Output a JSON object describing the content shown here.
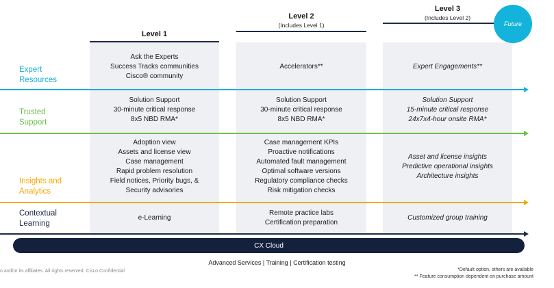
{
  "levels": [
    {
      "title": "Level 1",
      "subtitle": ""
    },
    {
      "title": "Level 2",
      "subtitle": "(Includes Level 1)"
    },
    {
      "title": "Level 3",
      "subtitle": "(Includes Level 2)"
    }
  ],
  "future_badge": "Future",
  "rows": {
    "expert": {
      "label": [
        "Expert",
        "Resources"
      ],
      "cells": [
        [
          "Ask the Experts",
          "Success Tracks communities",
          "Cisco® community"
        ],
        [
          "Accelerators**"
        ],
        [
          "Expert Engagements**"
        ]
      ]
    },
    "trusted": {
      "label": [
        "Trusted",
        "Support"
      ],
      "cells": [
        [
          "Solution Support",
          "30-minute critical response",
          "8x5 NBD RMA*"
        ],
        [
          "Solution Support",
          "30-minute critical response",
          "8x5 NBD RMA*"
        ],
        [
          "Solution Support",
          "15-minute critical response",
          "24x7x4-hour onsite RMA*"
        ]
      ]
    },
    "insights": {
      "label": [
        "Insights and",
        "Analytics"
      ],
      "cells": [
        [
          "Adoption view",
          "Assets and license view",
          "Case management",
          "Rapid problem resolution",
          "Field notices, Priority bugs, &",
          "Security advisories"
        ],
        [
          "Case management KPIs",
          "Proactive notifications",
          "Automated fault management",
          "Optimal software versions",
          "Regulatory compliance checks",
          "Risk mitigation checks"
        ],
        [
          "Asset and license insights",
          "Predictive operational insights",
          "Architecture insights"
        ]
      ]
    },
    "learning": {
      "label": [
        "Contextual",
        "Learning"
      ],
      "cells": [
        [
          "e-Learning"
        ],
        [
          "Remote practice labs",
          "Certification preparation"
        ],
        [
          "Customized group training"
        ]
      ]
    }
  },
  "row_colors": {
    "expert": "#1ab0d6",
    "trusted": "#6cc04a",
    "insights": "#f5a800",
    "learning": "#1f2a44"
  },
  "cx_cloud": "CX Cloud",
  "services": "Advanced Services | Training | Certification testing",
  "copyright": "o and/or its affiliates. All rights reserved. Cisco Confidential",
  "notes": [
    "*Default option, others are available",
    "** Feature consumption dependent on purchase amount"
  ]
}
